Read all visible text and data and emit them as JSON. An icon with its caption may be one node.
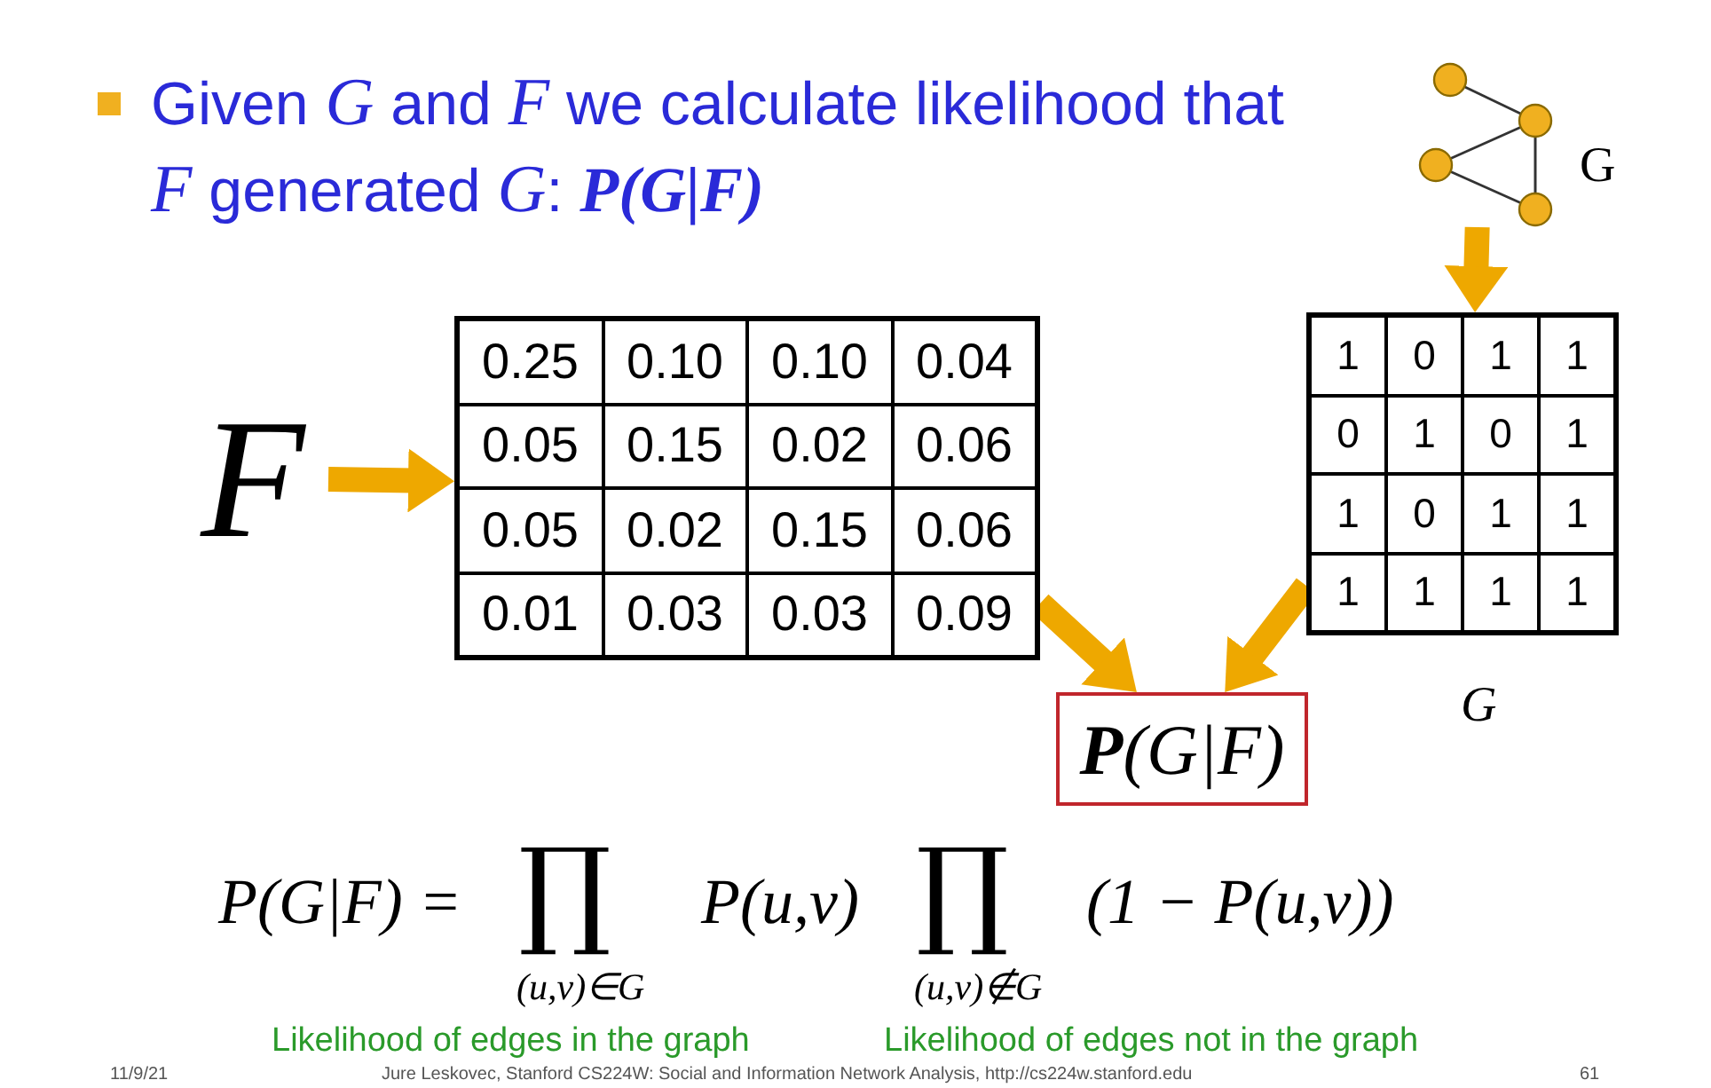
{
  "diagram": {
    "title": "Given *G* and *F* we calculate likelihood that *F* generated *G*:  **P(G|F)**",
    "nodes": [
      {
        "text": [
          "F"
        ]
      },
      {
        "text": [
          "0.25",
          "0.10",
          "0.10",
          "0.04",
          "0.05",
          "0.15",
          "0.02",
          "0.06",
          "0.05",
          "0.02",
          "0.15",
          "0.06",
          "0.01",
          "0.03",
          "0.03",
          "0.09"
        ]
      },
      {
        "text": [],
        "shape": "picture",
        "beside": [
          "G"
        ]
      },
      {
        "text": [
          "1",
          "0",
          "1",
          "1",
          "0",
          "1",
          "0",
          "1",
          "1",
          "0",
          "1",
          "1",
          "1",
          "1",
          "1",
          "1"
        ],
        "beside": [
          "G"
        ]
      },
      {
        "text": [
          "**P**(G|F)"
        ]
      }
    ],
    "edges": [
      {
        "from": 0,
        "to": 1,
        "arrow": "to"
      },
      {
        "from": 2,
        "to": 3,
        "arrow": "to"
      },
      {
        "from": 1,
        "to": 4,
        "arrow": "to"
      },
      {
        "from": 3,
        "to": 4,
        "arrow": "to"
      }
    ],
    "labels": [
      "P(G|F) =",
      "∏",
      "(u,v)∈G",
      "P(u,v)",
      "∏",
      "(u,v)∉G",
      "(1 − P(u,v))",
      "Likelihood of edges in the graph",
      "Likelihood of edges not in the graph",
      "11/9/21",
      "Jure Leskovec, Stanford CS224W: Social and Information Network Analysis, http://cs224w.stanford.edu",
      "61"
    ]
  }
}
